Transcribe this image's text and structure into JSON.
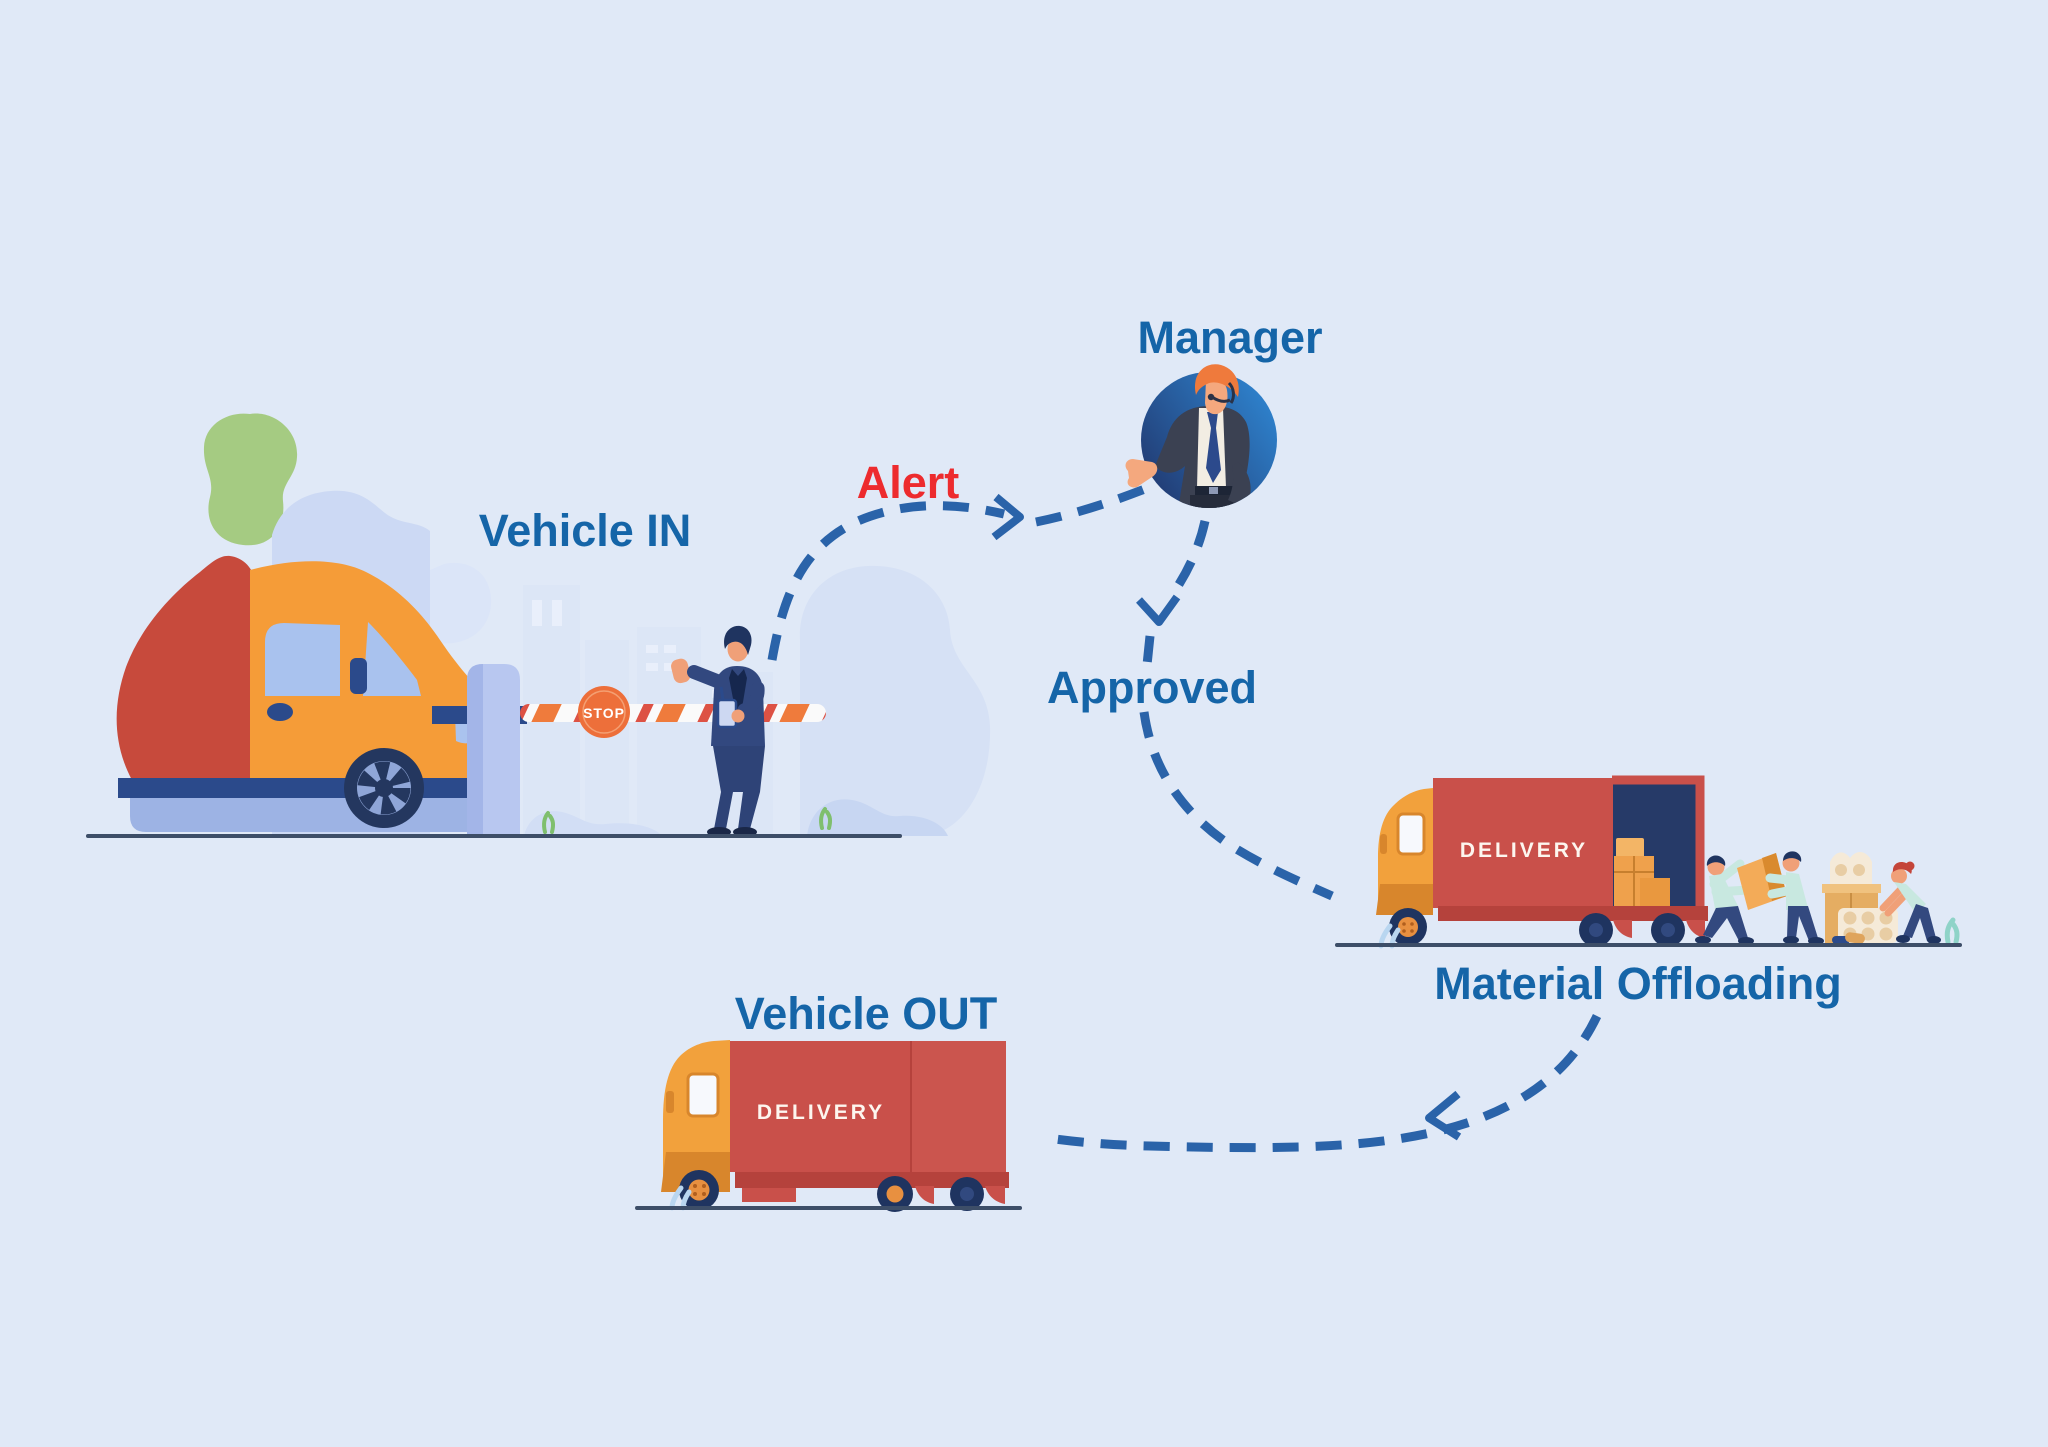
{
  "diagram": {
    "title_hint": "vehicle gate entry and material offloading flow",
    "steps": [
      {
        "id": "vehicle-in",
        "label": "Vehicle IN"
      },
      {
        "id": "manager",
        "label": "Manager"
      },
      {
        "id": "material-offloading",
        "label": "Material Offloading"
      },
      {
        "id": "vehicle-out",
        "label": "Vehicle OUT"
      }
    ],
    "connections": [
      {
        "from": "vehicle-in",
        "to": "manager",
        "label": "Alert"
      },
      {
        "from": "manager",
        "to": "material-offloading",
        "label": "Approved"
      },
      {
        "from": "material-offloading",
        "to": "vehicle-out",
        "label": ""
      }
    ],
    "stop_sign": "STOP",
    "truck_branding": "DELIVERY"
  },
  "colors": {
    "background": "#e0e9f7",
    "label_blue": "#1565a8",
    "alert_red": "#ed2b2e",
    "arrow_blue": "#2a63a9",
    "van_orange": "#f59c38",
    "blob_red": "#c74a3c",
    "blob_green": "#a5cb82",
    "truck_red": "#c9504a",
    "truck_cab_orange": "#f2a13c",
    "navy": "#2b4a8b",
    "guard_uniform": "#32487f",
    "worker_shirt_teal": "#c8e8e0",
    "skin": "#f0a078",
    "ground": "#3d4e68",
    "stop_sign_orange": "#ed6f3a"
  }
}
